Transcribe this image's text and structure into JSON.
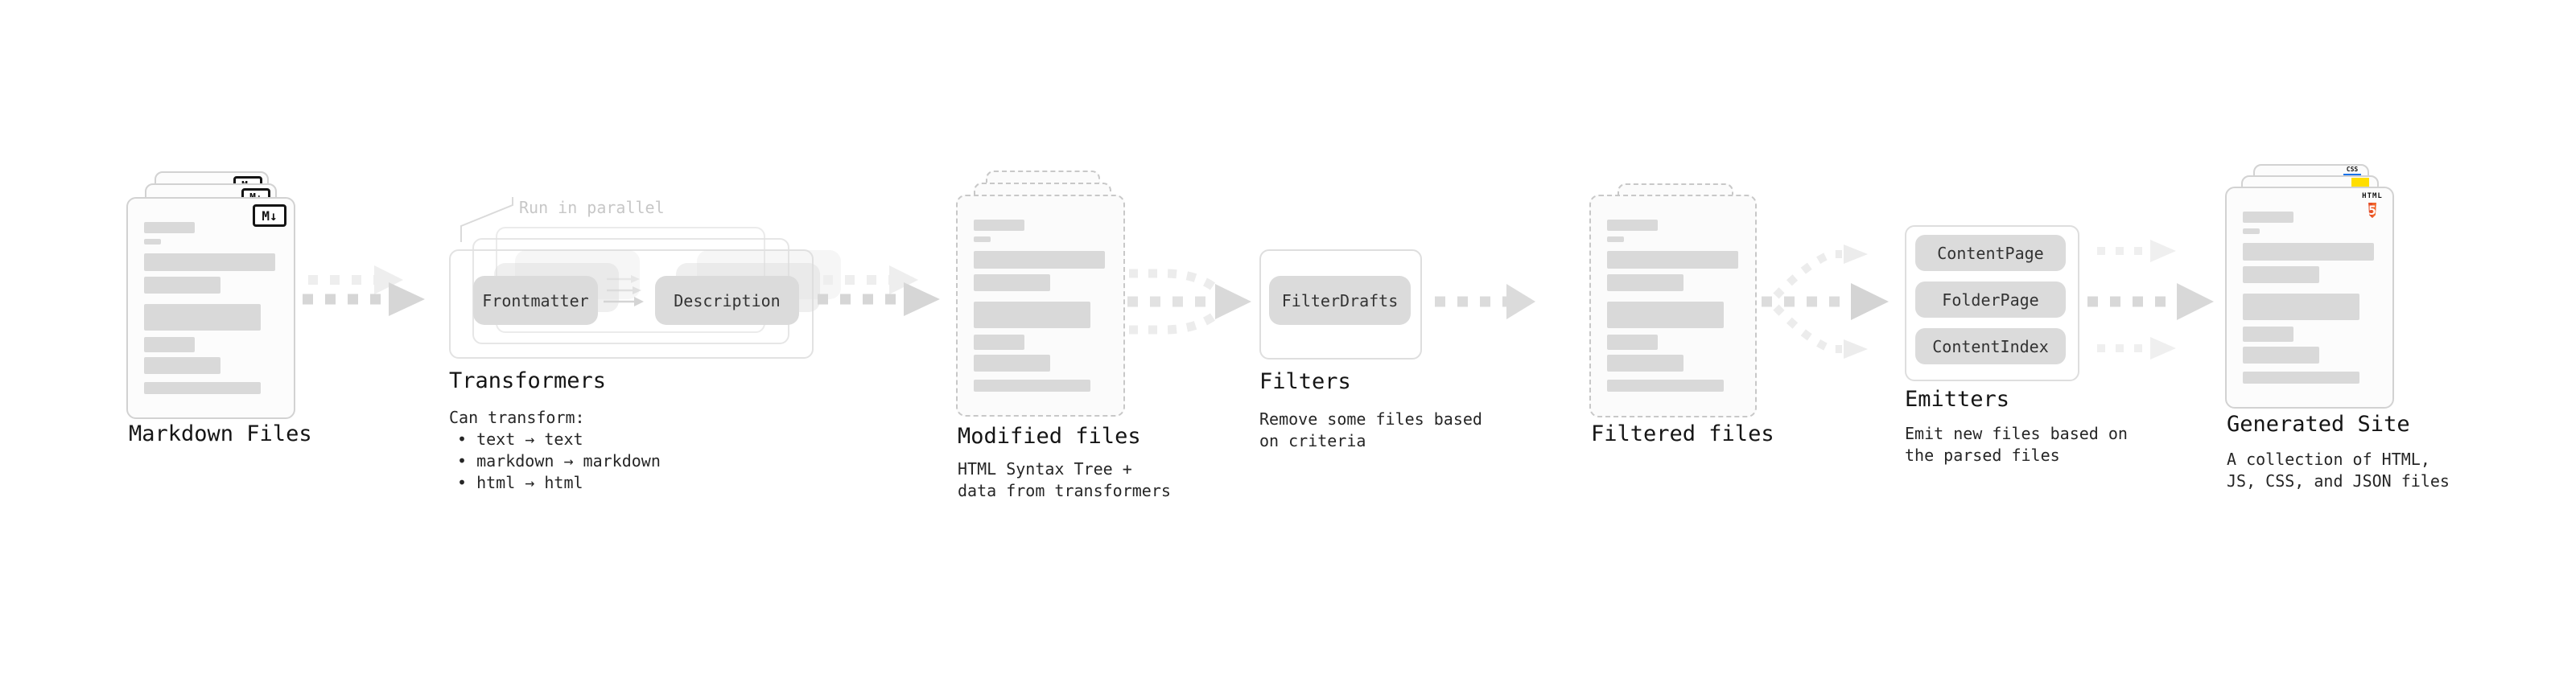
{
  "colors": {
    "accent_html5": "#e44d26",
    "accent_js": "#ffde00",
    "accent_css_bar": "#1a73e8"
  },
  "stages": {
    "markdown": {
      "label": "Markdown Files",
      "file_icon": "M↓"
    },
    "transformers": {
      "title": "Transformers",
      "annotation": "Run in parallel",
      "pill_left": "Frontmatter",
      "pill_right": "Description",
      "desc_heading": "Can transform:",
      "bullets": [
        "• text → text",
        "• markdown → markdown",
        "• html → html"
      ]
    },
    "modified": {
      "label": "Modified files",
      "desc": [
        "HTML Syntax Tree +",
        "data from transformers"
      ]
    },
    "filters": {
      "title": "Filters",
      "pill": "FilterDrafts",
      "desc": [
        "Remove some files based",
        "on criteria"
      ]
    },
    "filtered": {
      "label": "Filtered files"
    },
    "emitters": {
      "title": "Emitters",
      "pills": [
        "ContentPage",
        "FolderPage",
        "ContentIndex"
      ],
      "desc": [
        "Emit new files based on",
        "the parsed files"
      ]
    },
    "generated": {
      "label": "Generated Site",
      "desc": [
        "A collection of HTML,",
        "JS, CSS, and JSON files"
      ],
      "badge_html_text": "HTML",
      "badge_html_number": "5",
      "badge_css_text": "CSS"
    }
  }
}
